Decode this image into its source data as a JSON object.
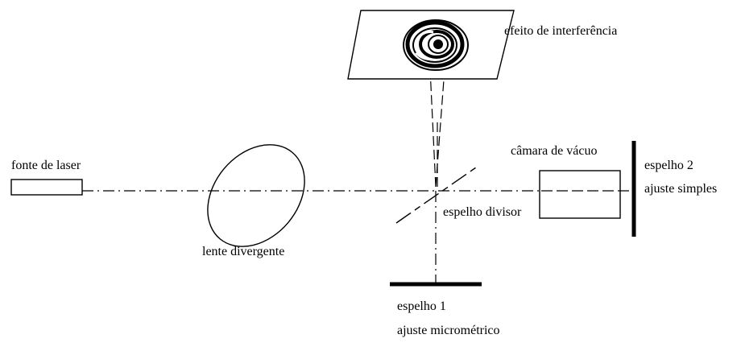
{
  "labels": {
    "laser_source": "fonte de laser",
    "diverging_lens": "lente divergente",
    "beam_splitter": "espelho divisor",
    "vacuum_chamber": "câmara de vácuo",
    "mirror2_title": "espelho 2",
    "mirror2_adjust": "ajuste simples",
    "mirror1_title": "espelho 1",
    "mirror1_adjust": "ajuste micrométrico",
    "interference": "efeito de interferência"
  }
}
